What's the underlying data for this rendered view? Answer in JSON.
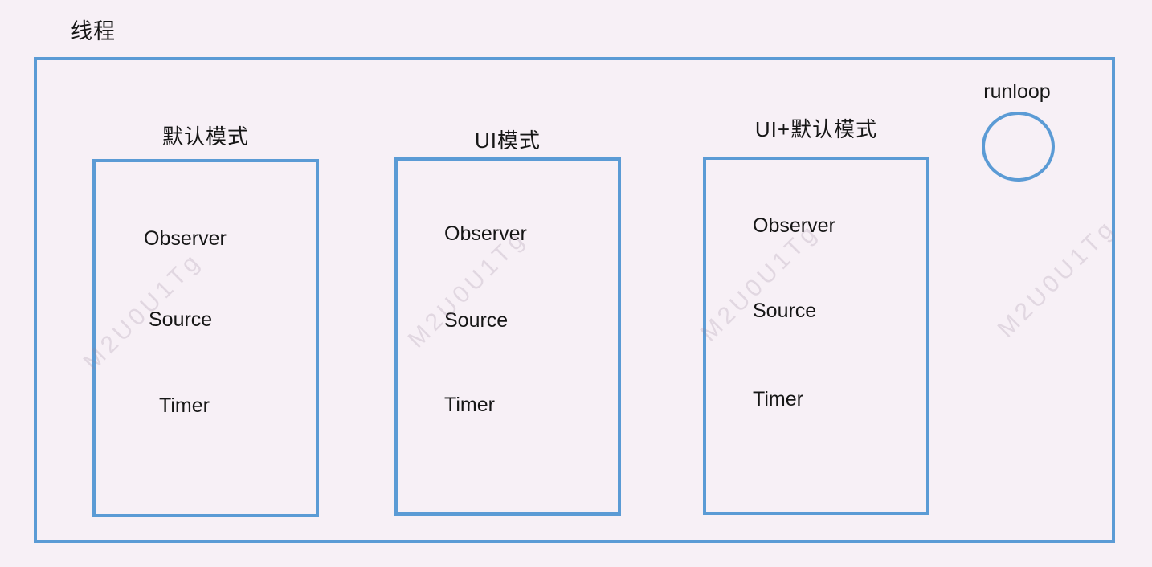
{
  "page": {
    "title": "线程"
  },
  "runloop": {
    "label": "runloop"
  },
  "watermark": {
    "text": "M2U0U1Tg"
  },
  "colors": {
    "border_blue": "#5b9bd5",
    "background": "#f7f0f6",
    "text_black": "#161616"
  },
  "modes": [
    {
      "label": "默认模式",
      "items": [
        "Observer",
        "Source",
        "Timer"
      ]
    },
    {
      "label": "UI模式",
      "items": [
        "Observer",
        "Source",
        "Timer"
      ]
    },
    {
      "label": "UI+默认模式",
      "items": [
        "Observer",
        "Source",
        "Timer"
      ]
    }
  ]
}
